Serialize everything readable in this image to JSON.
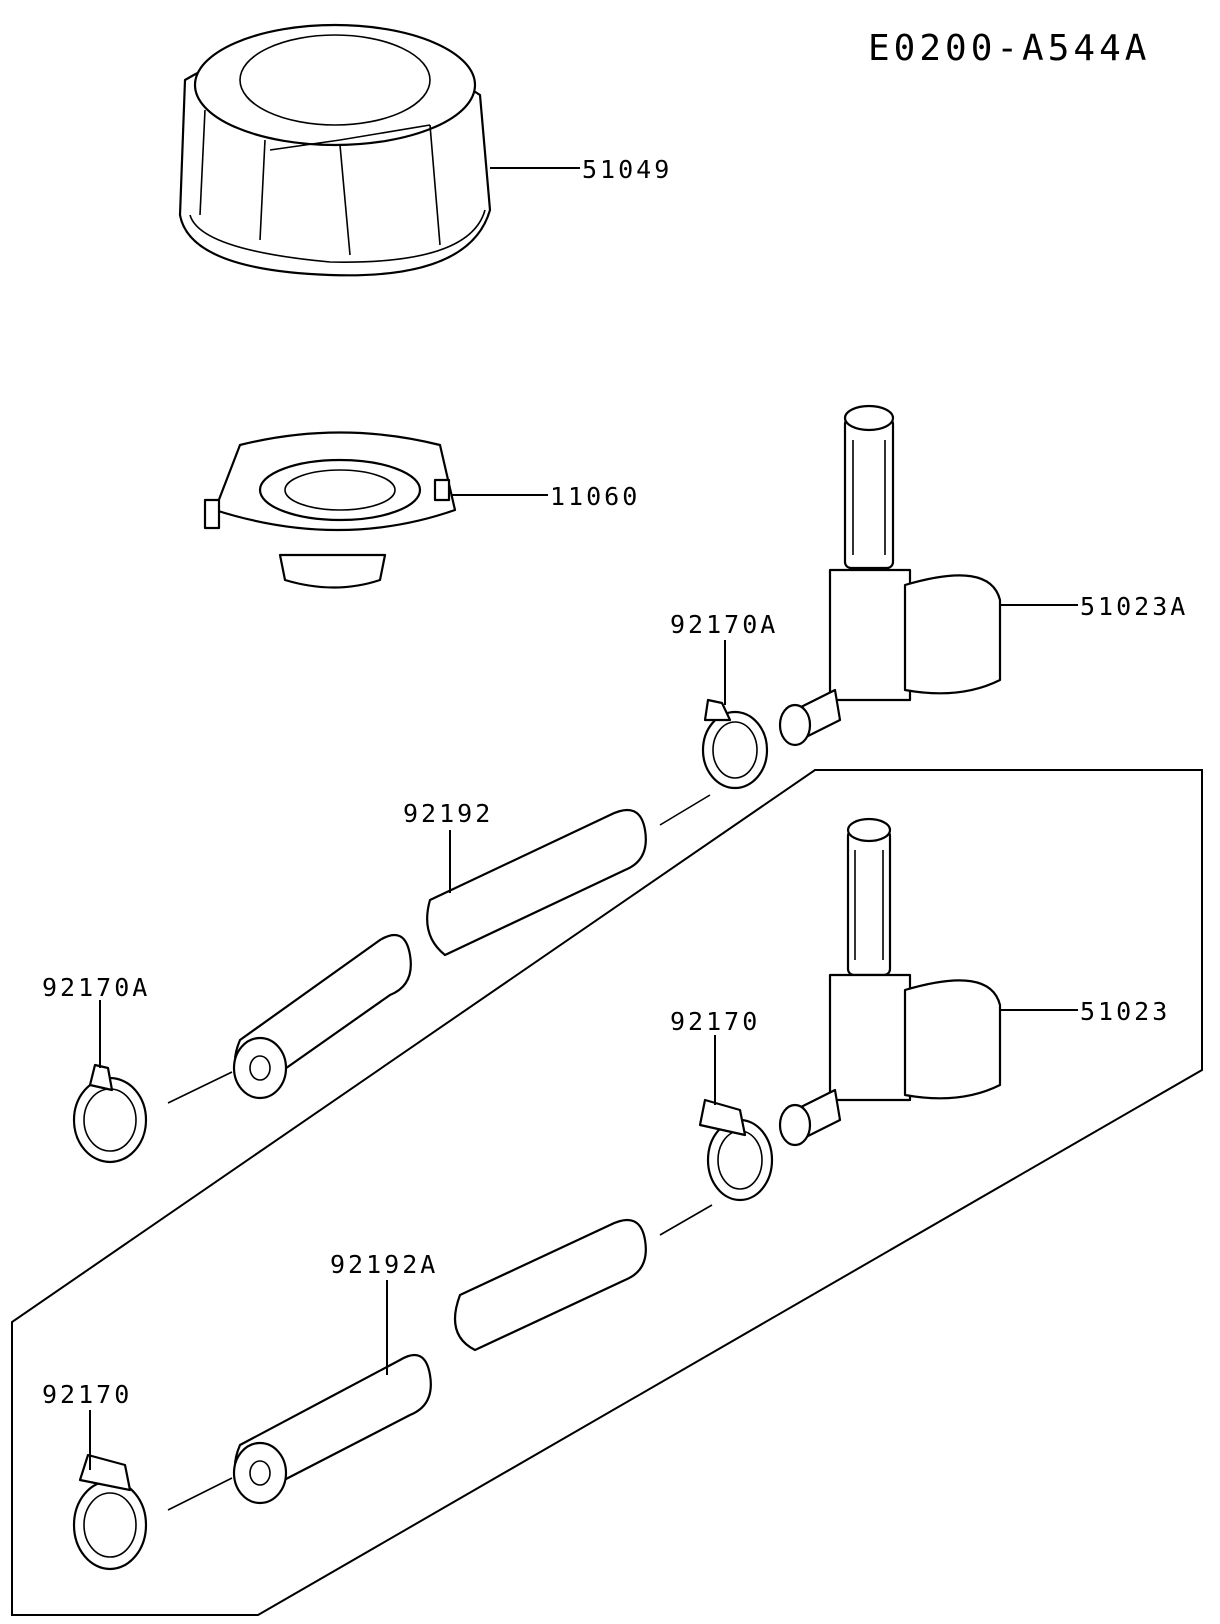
{
  "diagram_code": "E0200-A544A",
  "parts": {
    "fuel_cap": "51049",
    "filler_neck": "11060",
    "fuel_cock_a": "51023A",
    "fuel_cock": "51023",
    "clamp_a_upper": "92170A",
    "clamp_a_lower": "92170A",
    "hose_a": "92192",
    "clamp_upper": "92170",
    "clamp_lower": "92170",
    "hose_b": "92192A"
  }
}
